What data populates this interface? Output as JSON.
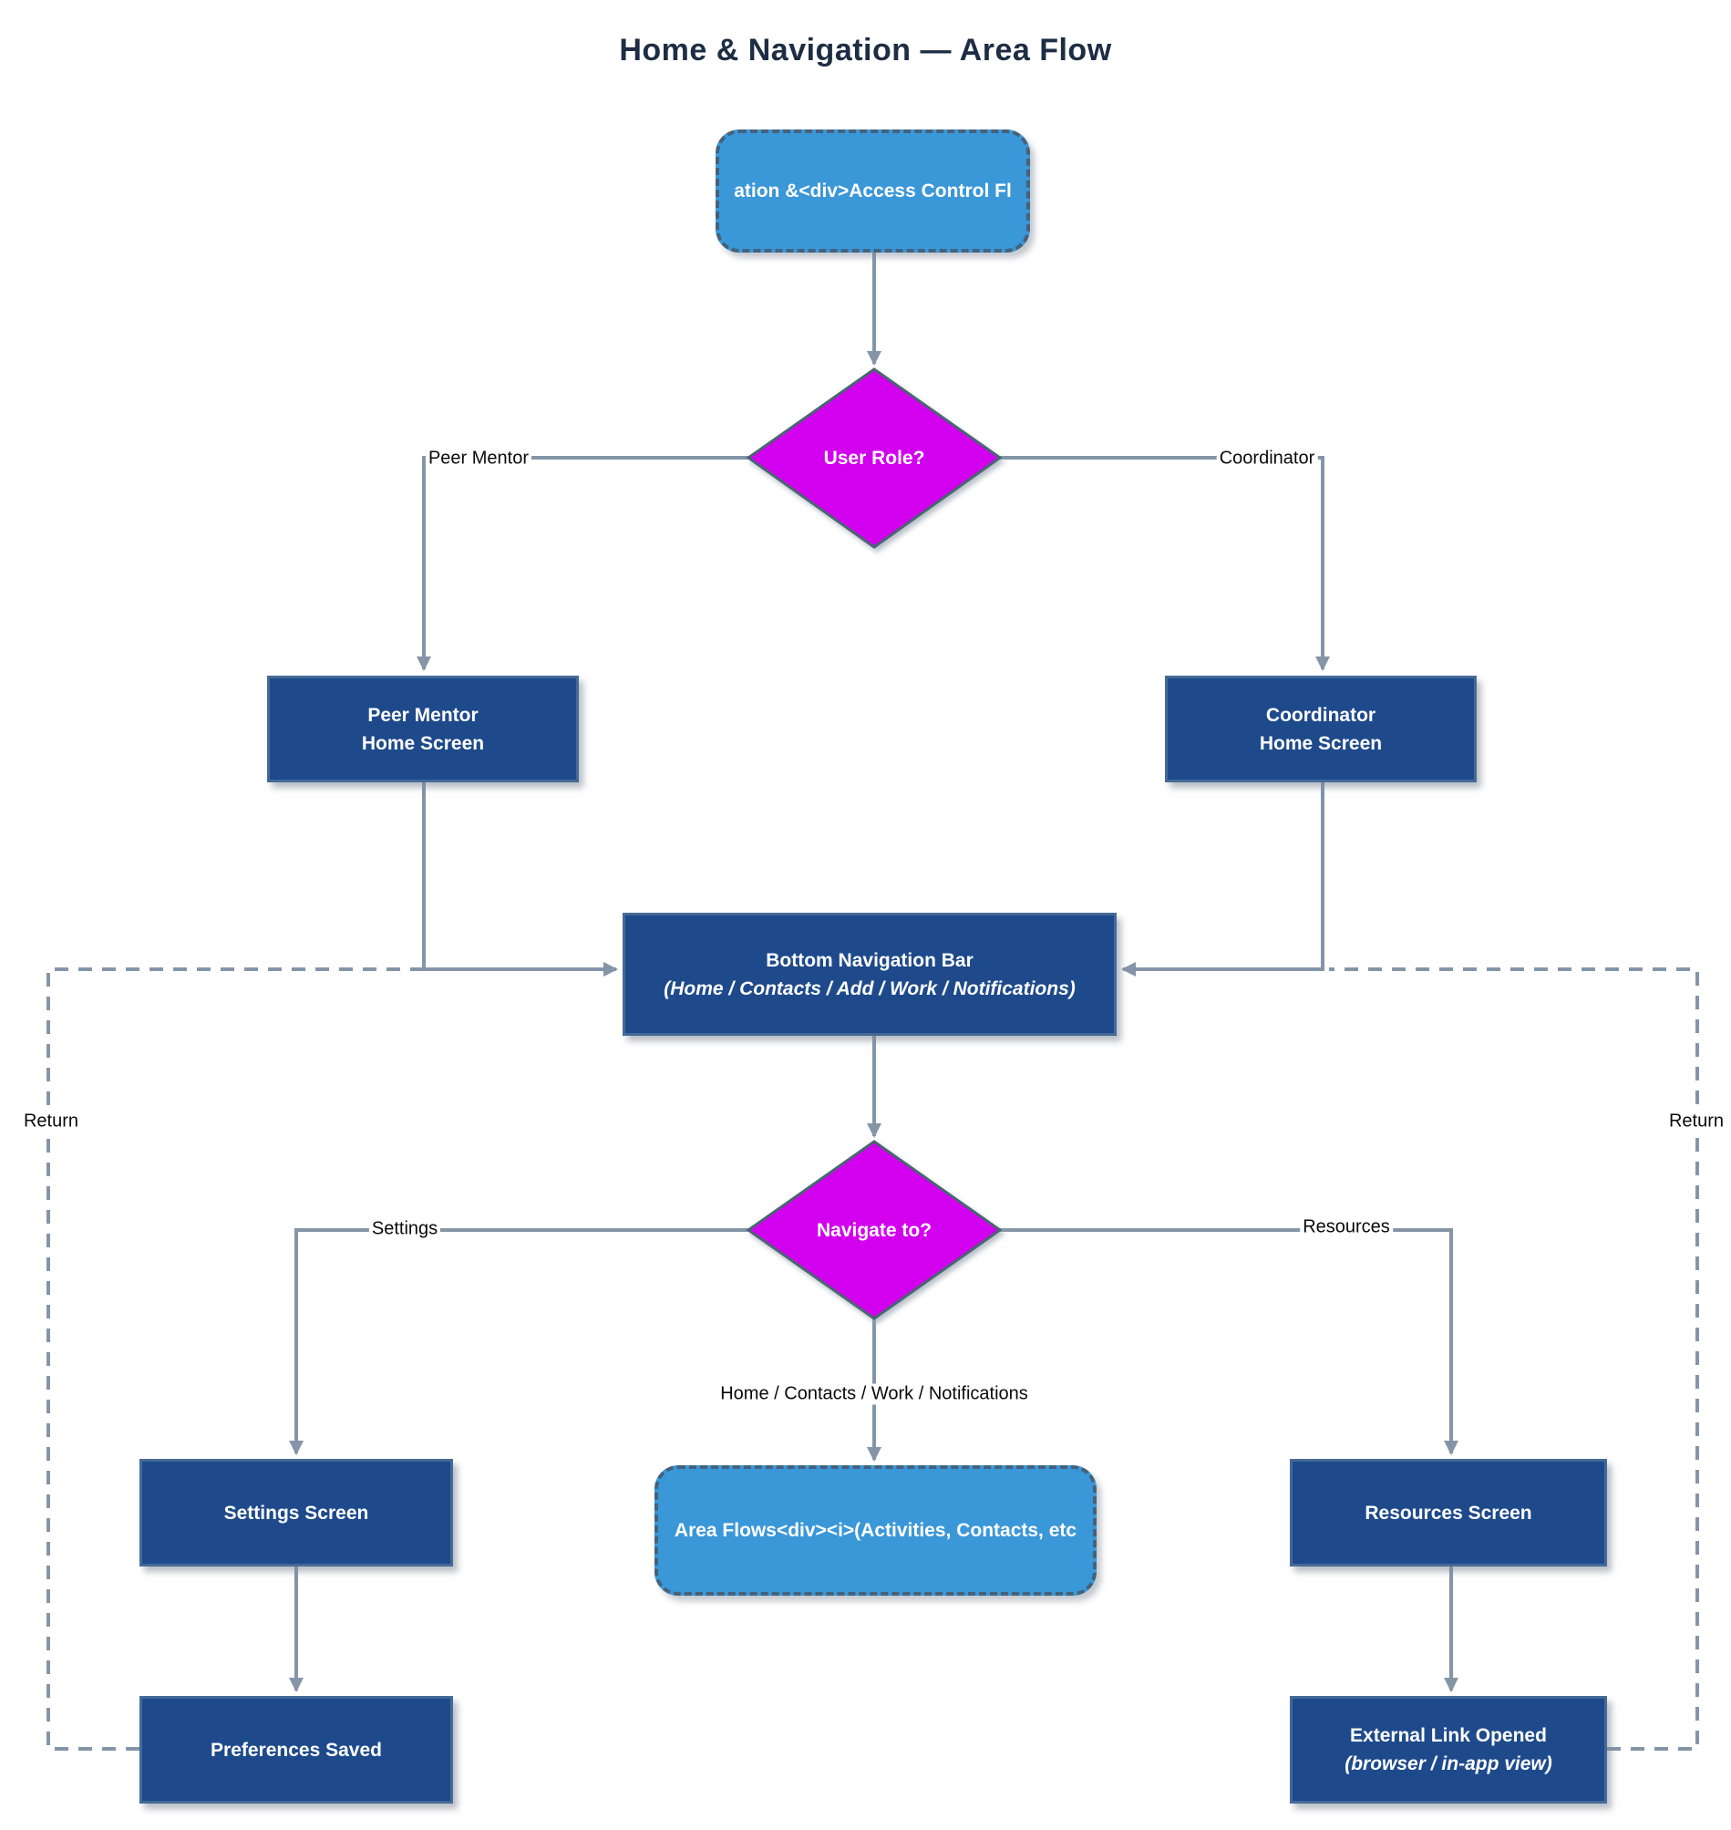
{
  "title": "Home & Navigation — Area Flow",
  "nodes": {
    "start": {
      "label": "ation &<div>Access Control Fl"
    },
    "user_role": {
      "label": "User Role?"
    },
    "peer_home": {
      "line1": "Peer Mentor",
      "line2": "Home Screen"
    },
    "coordinator_home": {
      "line1": "Coordinator",
      "line2": "Home Screen"
    },
    "bottom_nav": {
      "line1": "Bottom Navigation Bar",
      "line2": "(Home / Contacts / Add / Work / Notifications)"
    },
    "navigate_to": {
      "label": "Navigate to?"
    },
    "settings_screen": {
      "label": "Settings Screen"
    },
    "area_flows": {
      "label": "Area Flows<div><i>(Activities, Contacts, etc"
    },
    "resources_screen": {
      "label": "Resources Screen"
    },
    "preferences_saved": {
      "label": "Preferences Saved"
    },
    "external_link": {
      "line1": "External Link Opened",
      "line2": "(browser / in-app view)"
    }
  },
  "edge_labels": {
    "peer_mentor": "Peer Mentor",
    "coordinator": "Coordinator",
    "settings": "Settings",
    "resources": "Resources",
    "nav_targets": "Home / Contacts / Work / Notifications",
    "return_left": "Return",
    "return_right": "Return"
  },
  "colors": {
    "navy_node": "#1e4a8b",
    "blue_node": "#3a97d8",
    "decision_node": "#d203ef",
    "connector": "#8595a8",
    "title_text": "#1d2d44"
  }
}
